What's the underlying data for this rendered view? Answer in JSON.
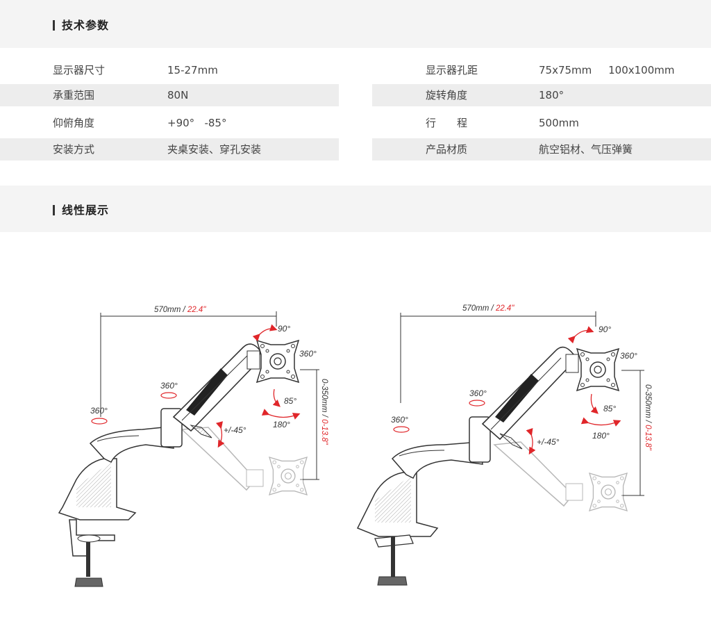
{
  "sections": {
    "specs_title": "技术参数",
    "display_title": "线性展示"
  },
  "specs_left": [
    {
      "key": "显示器尺寸",
      "value": "15-27mm"
    },
    {
      "key": "承重范围",
      "value": "80N"
    },
    {
      "key": "仰俯角度",
      "value": "+90°   -85°"
    },
    {
      "key": "安装方式",
      "value": "夹桌安装、穿孔安装"
    }
  ],
  "specs_right": [
    {
      "key": "显示器孔距",
      "value": "75x75mm     100x100mm"
    },
    {
      "key": "旋转角度",
      "value": "180°"
    },
    {
      "key": "行　　程",
      "value": "500mm"
    },
    {
      "key": "产品材质",
      "value": "航空铝材、气压弹簧"
    }
  ],
  "diagram": {
    "width_black": "570mm / ",
    "width_red": "22.4\"",
    "height_black": "0-350mm / ",
    "height_red": "0-13.8\"",
    "tilt_up": "90°",
    "rotate": "360°",
    "tilt_down": "85°",
    "swivel": "180°",
    "arm_swivel": "360°",
    "base_swivel": "360°",
    "arm_angle": "+/-45°"
  },
  "colors": {
    "accent_red": "#e0262a",
    "band_bg": "#f4f4f4",
    "row_shade": "#ededed"
  }
}
